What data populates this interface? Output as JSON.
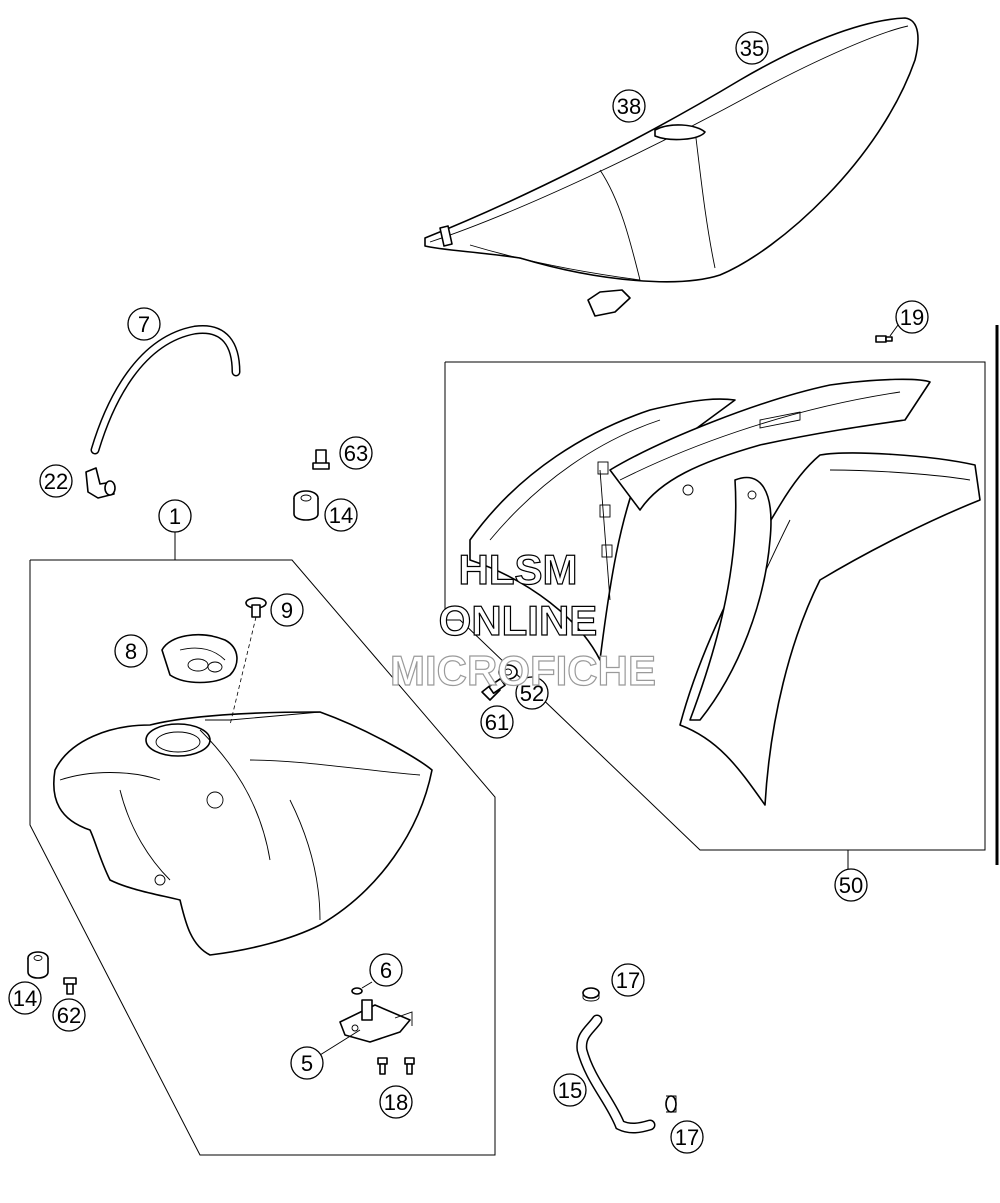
{
  "watermark": {
    "line1": "HLSM",
    "line2": "ONLINE",
    "line3": "MICROFICHE"
  },
  "callouts": [
    {
      "id": "c35",
      "label": "35"
    },
    {
      "id": "c38",
      "label": "38"
    },
    {
      "id": "c19",
      "label": "19"
    },
    {
      "id": "c7",
      "label": "7"
    },
    {
      "id": "c22",
      "label": "22"
    },
    {
      "id": "c63",
      "label": "63"
    },
    {
      "id": "c14a",
      "label": "14"
    },
    {
      "id": "c1",
      "label": "1"
    },
    {
      "id": "c9",
      "label": "9"
    },
    {
      "id": "c8",
      "label": "8"
    },
    {
      "id": "c52",
      "label": "52"
    },
    {
      "id": "c61",
      "label": "61"
    },
    {
      "id": "c50",
      "label": "50"
    },
    {
      "id": "c6",
      "label": "6"
    },
    {
      "id": "c5",
      "label": "5"
    },
    {
      "id": "c18",
      "label": "18"
    },
    {
      "id": "c14b",
      "label": "14"
    },
    {
      "id": "c62",
      "label": "62"
    },
    {
      "id": "c17a",
      "label": "17"
    },
    {
      "id": "c15",
      "label": "15"
    },
    {
      "id": "c17b",
      "label": "17"
    }
  ]
}
